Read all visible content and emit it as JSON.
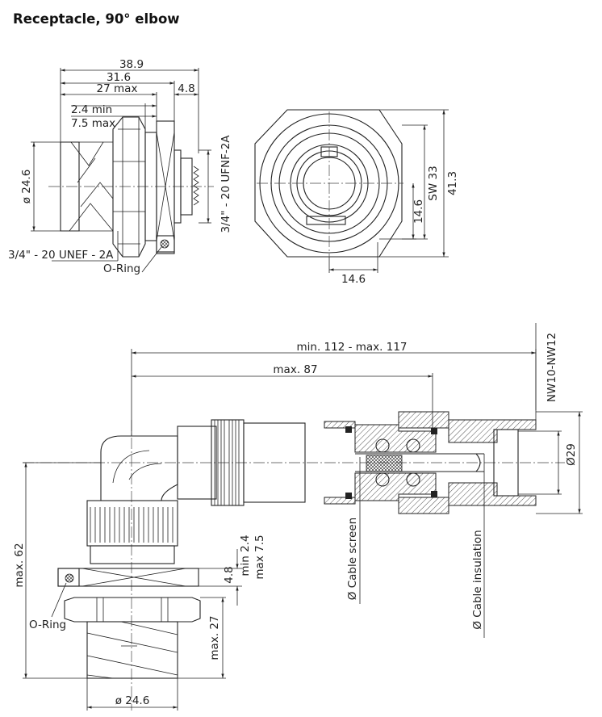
{
  "title": "Receptacle, 90° elbow",
  "top_view": {
    "dim_overall": "38.9",
    "dim_body": "31.6",
    "dim_thread": "27 max",
    "dim_flange": "4.8",
    "dim_panel_min": "2.4 min",
    "dim_panel_max": "7.5 max",
    "dim_diameter": "ø 24.6",
    "thread_right": "3/4\" - 20 UFNF-2A",
    "thread_left": "3/4\" - 20 UNEF - 2A",
    "oring": "O-Ring"
  },
  "front_view": {
    "dim_sw": "SW 33",
    "dim_height": "41.3",
    "dim_offset_v": "14.6",
    "dim_offset_h": "14.6"
  },
  "side_view": {
    "dim_total": "min. 112 - max. 117",
    "dim_max87": "max. 87",
    "nut_size": "NW10-NW12",
    "dim_d29": "Ø29",
    "dim_max62": "max. 62",
    "dim_min24": "min 2.4",
    "dim_max75": "max 7.5",
    "dim_48": "4.8",
    "dim_max27": "max. 27",
    "dim_d246": "ø 24.6",
    "cable_screen": "Ø Cable screen",
    "cable_insulation": "Ø Cable insulation",
    "oring": "O-Ring"
  }
}
